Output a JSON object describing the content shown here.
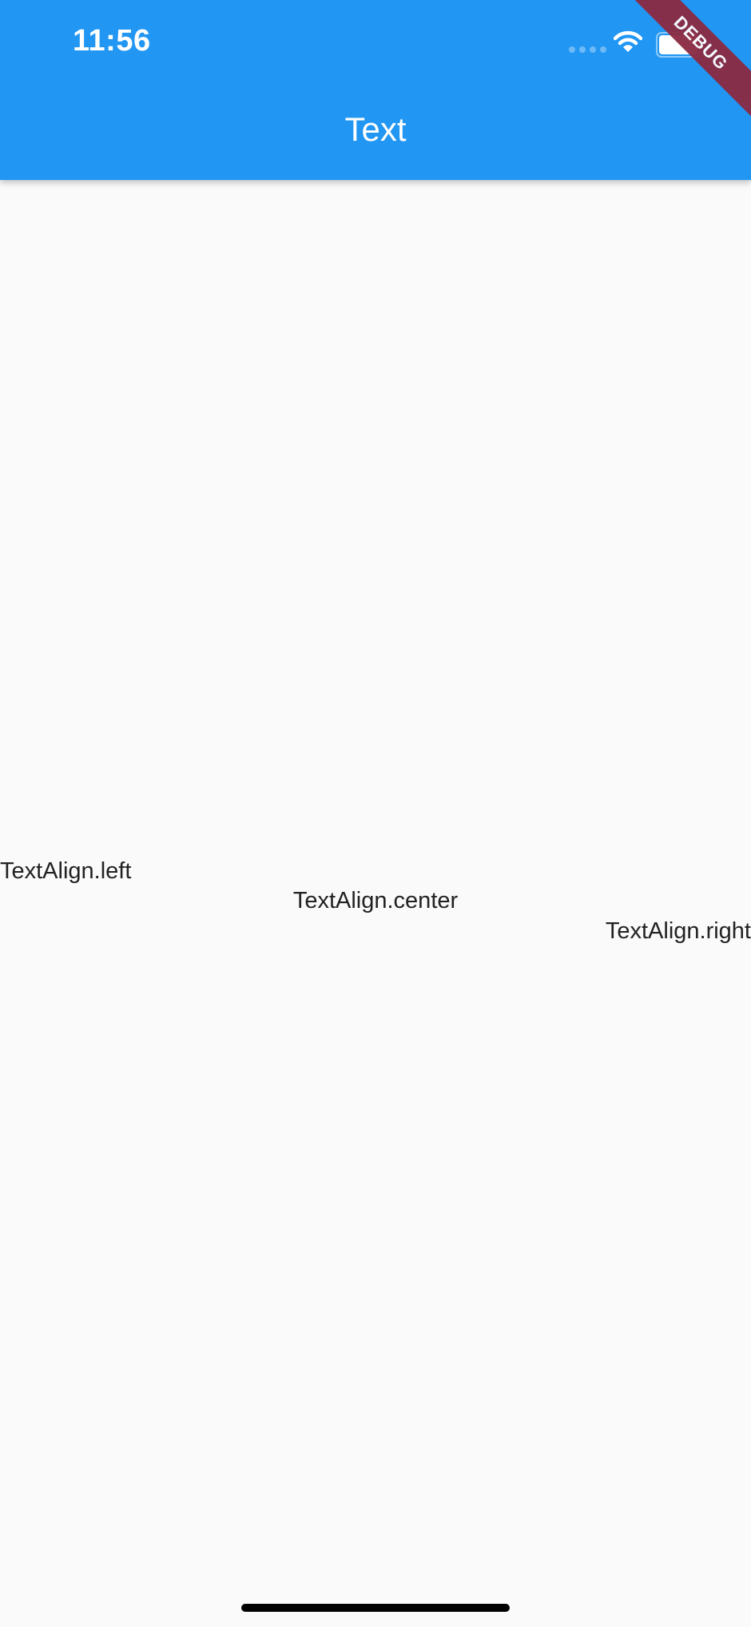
{
  "status_bar": {
    "time": "11:56",
    "icons": [
      "signal-icon",
      "wifi-icon",
      "battery-icon"
    ]
  },
  "app_bar": {
    "title": "Text",
    "color": "#2196f3"
  },
  "debug_banner": {
    "label": "DEBUG",
    "color": "#8b2a42"
  },
  "content": {
    "lines": [
      "TextAlign.left",
      "TextAlign.center",
      "TextAlign.right"
    ]
  }
}
